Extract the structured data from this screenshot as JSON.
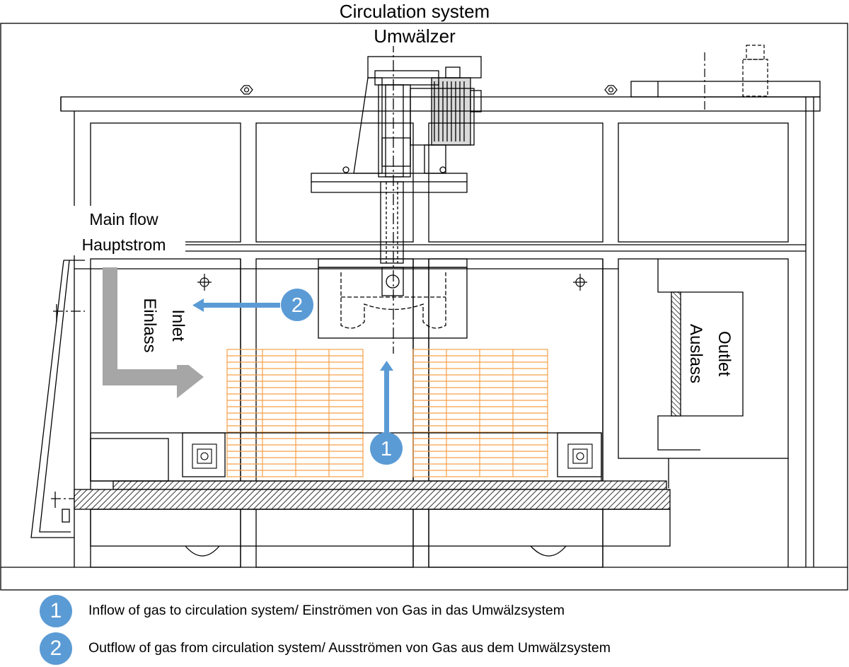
{
  "title": {
    "en": "Circulation system",
    "de": "Umwälzer"
  },
  "main_flow": {
    "en": "Main flow",
    "de": "Hauptstrom"
  },
  "inlet": {
    "en": "Inlet",
    "de": "Einlass"
  },
  "outlet": {
    "en": "Outlet",
    "de": "Auslass"
  },
  "markers": {
    "one": "1",
    "two": "2"
  },
  "legend": [
    {
      "number": "1",
      "text": "Inflow of gas to circulation system/ Einströmen von Gas in das Umwälzsystem"
    },
    {
      "number": "2",
      "text": "Outflow of gas from circulation system/ Ausströmen von Gas aus dem Umwälzsystem"
    }
  ],
  "colors": {
    "line": "#000000",
    "load": "#f5a04a",
    "flow_arrow": "#5b9bd5",
    "main_flow_arrow": "#a6a6a6",
    "marker": "#5b9bd5"
  }
}
